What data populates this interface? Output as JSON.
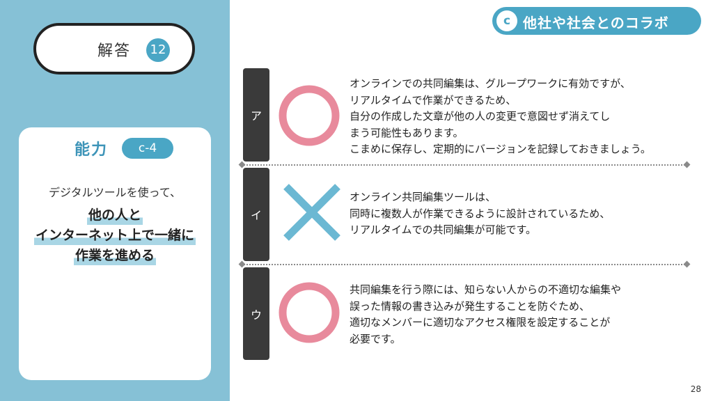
{
  "answer": {
    "label": "解答",
    "number": "12"
  },
  "ability": {
    "title": "能力",
    "code": "c-4",
    "line1": "デジタルツールを使って、",
    "highlight1": "他の人と",
    "highlight2": "インターネット上で一緒に",
    "highlight3": "作業を進める"
  },
  "section": {
    "letter": "c",
    "title": "他社や社会とのコラボ"
  },
  "rows": [
    {
      "label": "ア",
      "mark": "circle-mark",
      "lines": [
        "オンラインでの共同編集は、グループワークに有効ですが、",
        "リアルタイムで作業ができるため、",
        "自分の作成した文章が他の人の変更で意図せず消えてし",
        "まう可能性もあります。",
        "こまめに保存し、定期的にバージョンを記録しておきましょう。"
      ]
    },
    {
      "label": "イ",
      "mark": "cross-mark",
      "lines": [
        "オンライン共同編集ツールは、",
        "同時に複数人が作業できるように設計されているため、",
        "リアルタイムでの共同編集が可能です。"
      ]
    },
    {
      "label": "ウ",
      "mark": "circle-mark",
      "lines": [
        "共同編集を行う際には、知らない人からの不適切な編集や",
        "誤った情報の書き込みが発生することを防ぐため、",
        "適切なメンバーに適切なアクセス権限を設定することが",
        "必要です。"
      ]
    }
  ],
  "colors": {
    "panel": "#86c1d6",
    "accent": "#4aa6c5",
    "circle": "#e88a9c",
    "cross": "#6bb8d3",
    "label_bg": "#3a3a3a"
  },
  "page_number": "28"
}
